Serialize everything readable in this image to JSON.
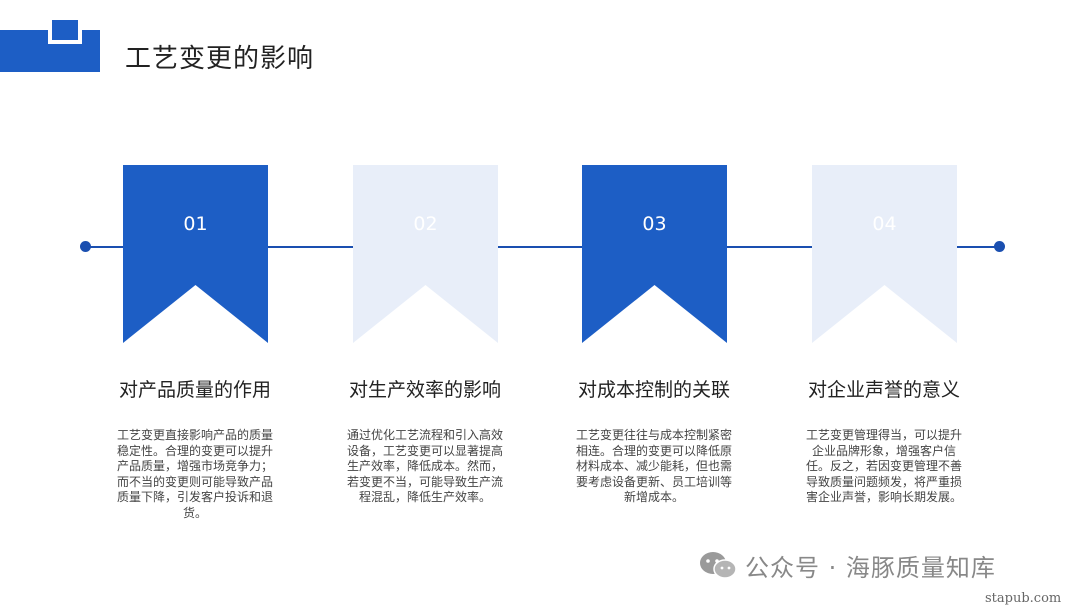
{
  "title": "工艺变更的影响",
  "colors": {
    "primary": "#1d5ec5",
    "light": "#e8eef9",
    "text": "#222222"
  },
  "steps": [
    {
      "number": "01",
      "heading": "对产品质量的作用",
      "body": "工艺变更直接影响产品的质量稳定性。合理的变更可以提升产品质量，增强市场竞争力；而不当的变更则可能导致产品质量下降，引发客户投诉和退货。",
      "style": "dark"
    },
    {
      "number": "02",
      "heading": "对生产效率的影响",
      "body": "通过优化工艺流程和引入高效设备，工艺变更可以显著提高生产效率，降低成本。然而，若变更不当，可能导致生产流程混乱，降低生产效率。",
      "style": "light"
    },
    {
      "number": "03",
      "heading": "对成本控制的关联",
      "body": "工艺变更往往与成本控制紧密相连。合理的变更可以降低原材料成本、减少能耗，但也需要考虑设备更新、员工培训等新增成本。",
      "style": "dark"
    },
    {
      "number": "04",
      "heading": "对企业声誉的意义",
      "body": "工艺变更管理得当，可以提升企业品牌形象，增强客户信任。反之，若因变更管理不善导致质量问题频发，将严重损害企业声誉，影响长期发展。",
      "style": "light"
    }
  ],
  "watermark": {
    "text": "公众号 · 海豚质量知库",
    "icon": "wechat-icon"
  },
  "site": "stapub.com"
}
